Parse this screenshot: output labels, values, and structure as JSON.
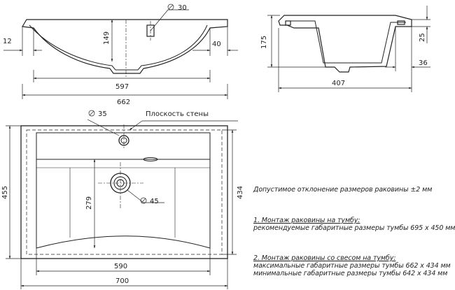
{
  "dimensions": {
    "hole_dia_top": "30",
    "depth_149": "149",
    "rim_12": "12",
    "edge_40": "40",
    "width_597": "597",
    "width_662": "662",
    "height_175": "175",
    "rim_25": "25",
    "rim_36": "36",
    "depth_407": "407",
    "hole_dia_35": "35",
    "height_455": "455",
    "height_279": "279",
    "drain_dia_45": "45",
    "height_434": "434",
    "width_590": "590",
    "width_700": "700"
  },
  "labels": {
    "wall_plane": "Плоскость стены"
  },
  "notes": {
    "tolerance": "Допустимое отклонение размеров раковины ±2 мм",
    "mount1_title": "1. Монтаж раковины на тумбу:",
    "mount1_text": "рекомендуемые габаритные размеры тумбы 695 х 450 мм",
    "mount2_title": "2. Монтаж раковины со свесом на тумбу:",
    "mount2_max": "максимальные габаритные размеры тумбы 662 х 434 мм",
    "mount2_min": "минимальные габаритные размеры тумбы 642 х 434 мм"
  }
}
